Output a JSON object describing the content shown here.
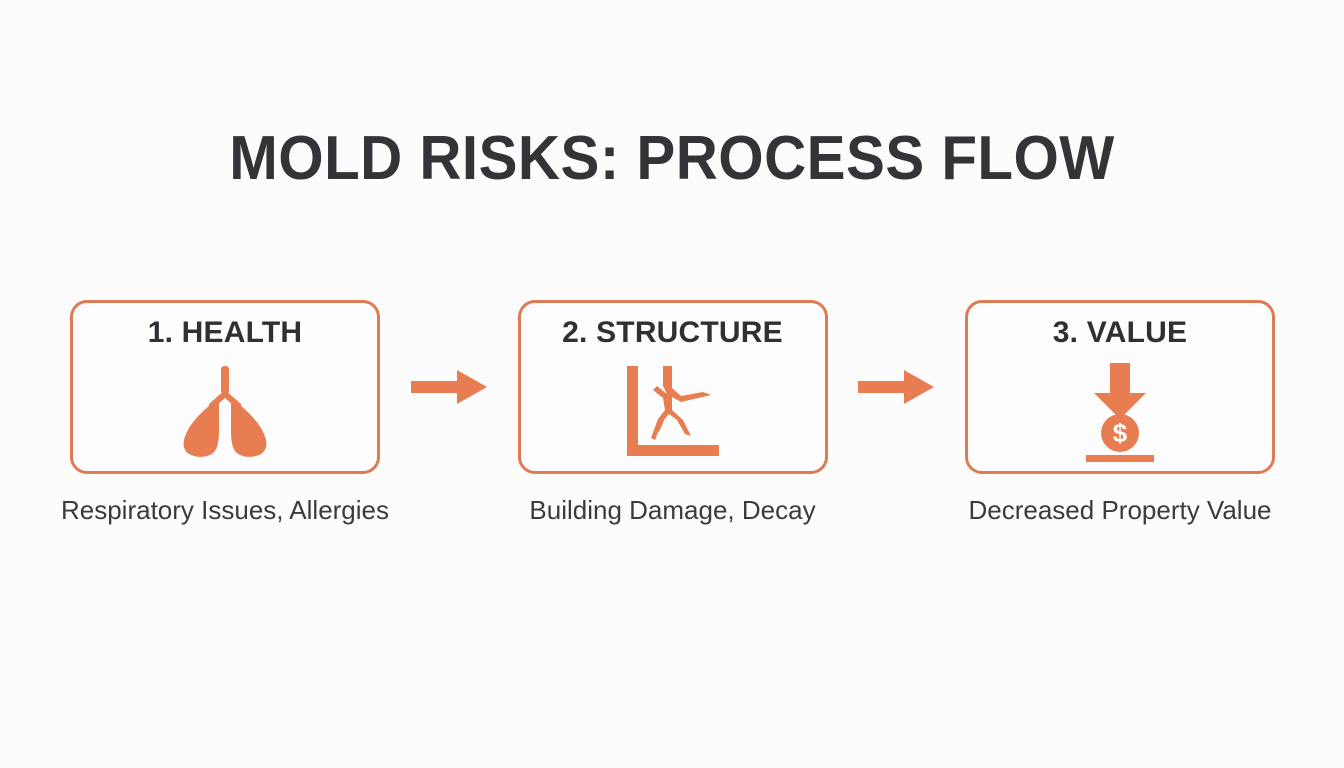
{
  "slide": {
    "title": "MOLD RISKS: PROCESS FLOW",
    "background_color": "#fcfcfc",
    "accent_color": "#e87d52",
    "title_color": "#333438",
    "text_color": "#3b3b3d"
  },
  "steps": [
    {
      "heading": "1. HEALTH",
      "icon": "lungs-icon",
      "caption": "Respiratory Issues, Allergies"
    },
    {
      "heading": "2. STRUCTURE",
      "icon": "cracked-wall-icon",
      "caption": "Building Damage, Decay"
    },
    {
      "heading": "3. VALUE",
      "icon": "declining-value-icon",
      "caption": "Decreased Property Value"
    }
  ],
  "connectors": [
    {
      "icon": "arrow-right-icon"
    },
    {
      "icon": "arrow-right-icon"
    }
  ]
}
